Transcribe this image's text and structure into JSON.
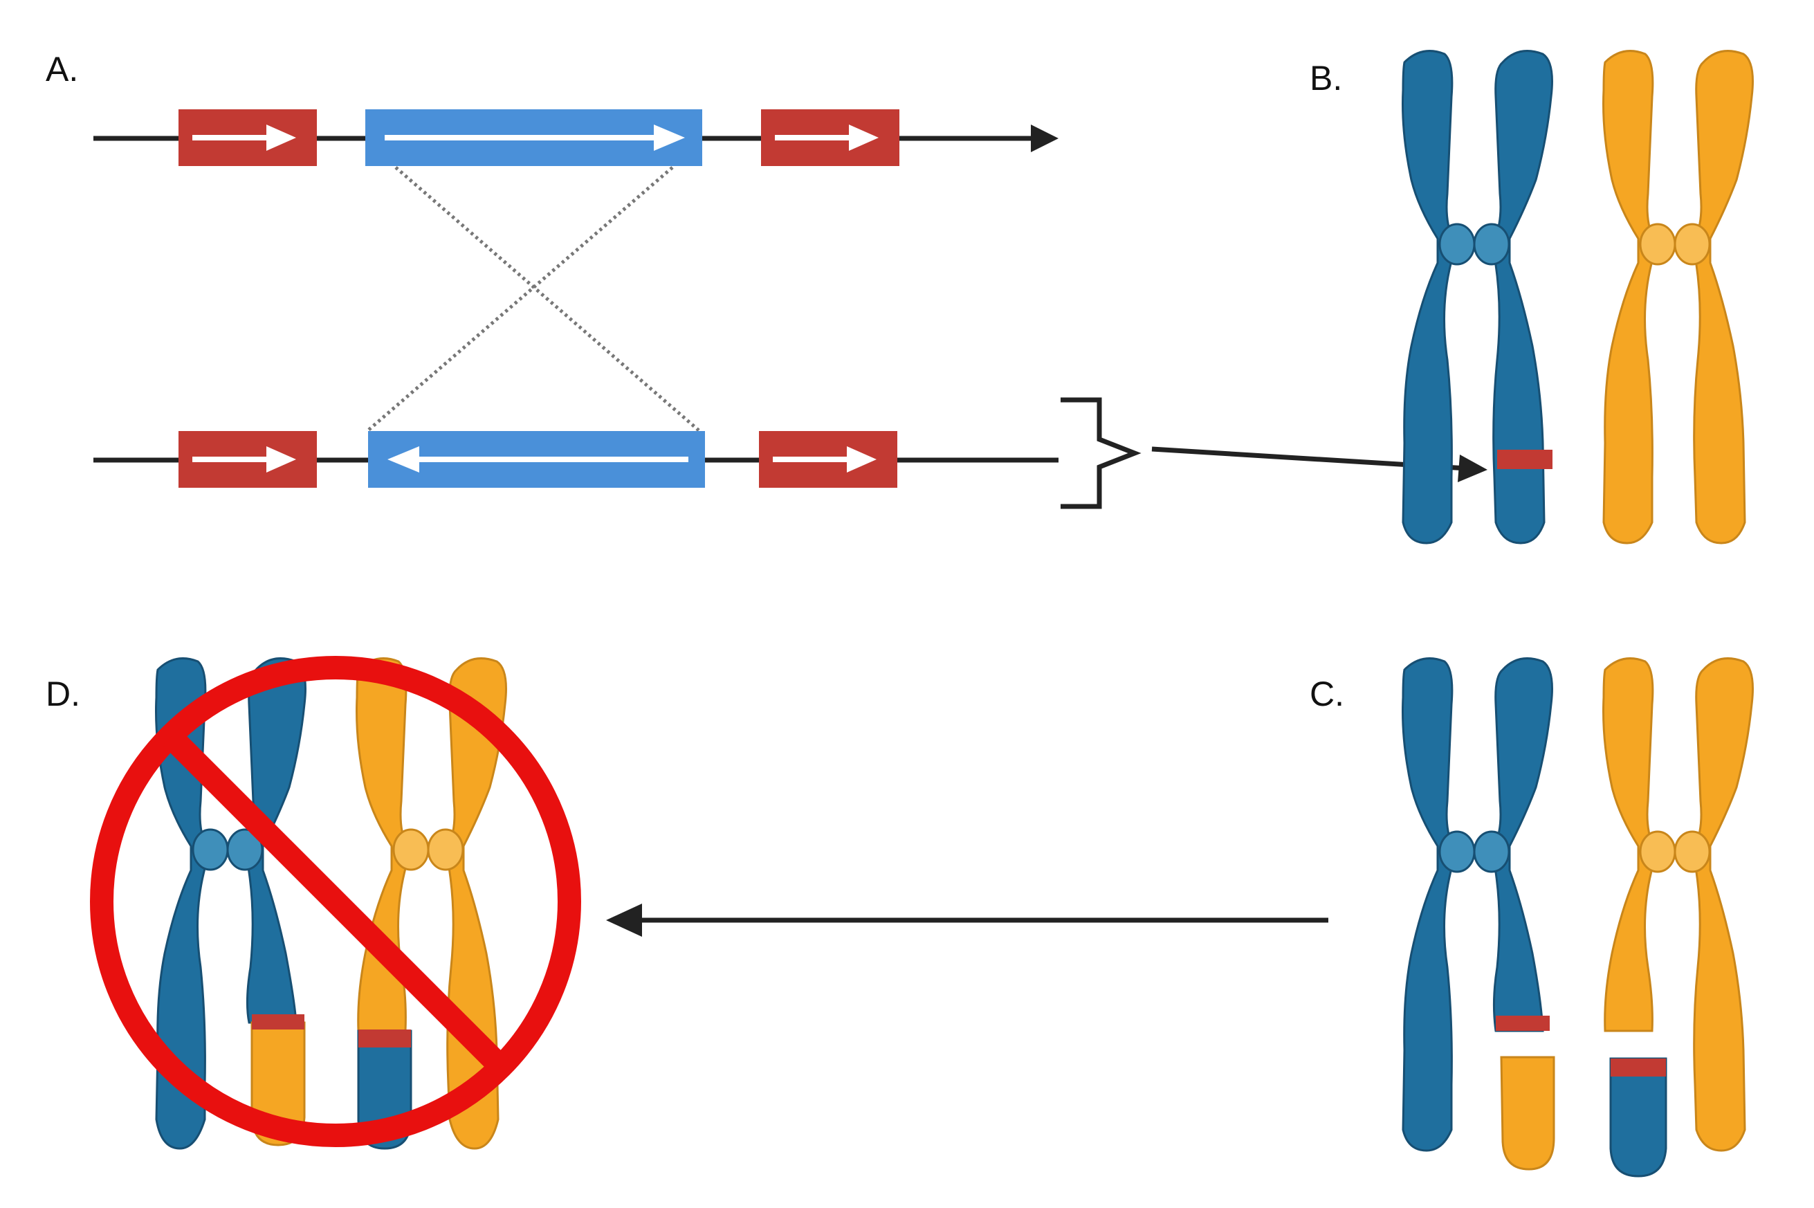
{
  "panels": {
    "a": {
      "label": "A."
    },
    "b": {
      "label": "B."
    },
    "c": {
      "label": "C."
    },
    "d": {
      "label": "D."
    }
  },
  "colors": {
    "background": "#ffffff",
    "repeat_red": "#c23a33",
    "inversion_blue": "#4a90d9",
    "chromosome_blue": "#1f6f9e",
    "chromosome_blue_dark": "#174f73",
    "chromosome_orange": "#f5a623",
    "chromosome_orange_dark": "#c9861a",
    "prohibition_red": "#e8100f",
    "line_black": "#222222",
    "crossover_gray": "#777777"
  },
  "icons": {
    "prohibition": "no-entry-sign-icon"
  }
}
